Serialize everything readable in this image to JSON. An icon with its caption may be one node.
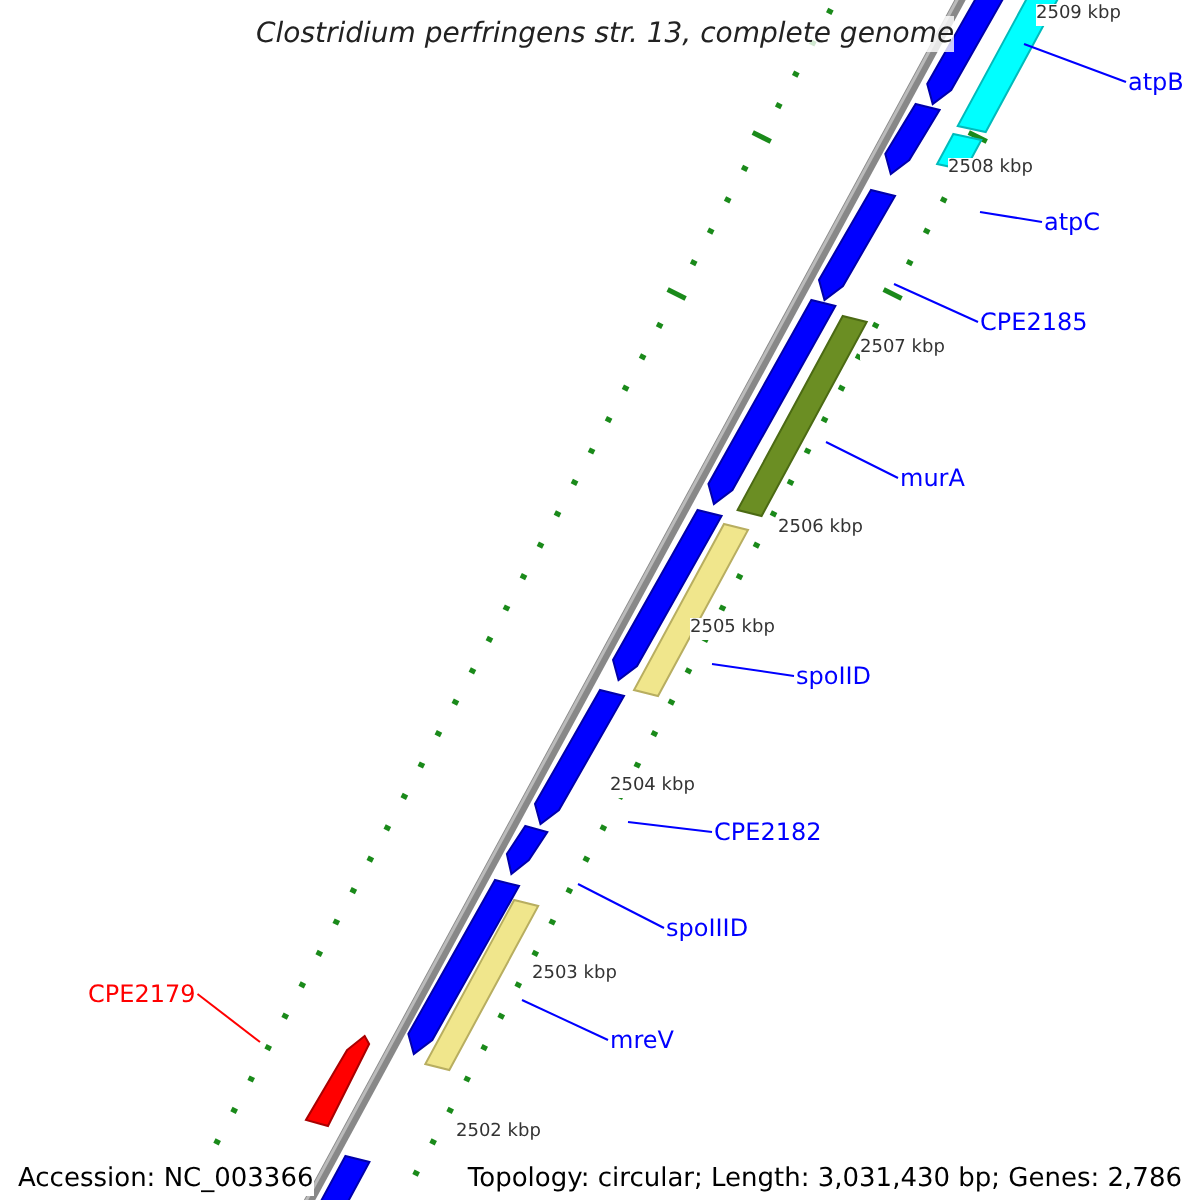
{
  "diagram": {
    "title": "Clostridium perfringens str. 13, complete genome",
    "nodes": [
      {
        "text": [
          "atpB"
        ]
      },
      {
        "text": [
          "atpC"
        ]
      },
      {
        "text": [
          "CPE2185"
        ]
      },
      {
        "text": [
          "murA"
        ]
      },
      {
        "text": [
          "spoIID"
        ]
      },
      {
        "text": [
          "CPE2182"
        ]
      },
      {
        "text": [
          "spoIIID"
        ]
      },
      {
        "text": [
          "mreV"
        ]
      },
      {
        "text": [
          "CPE2179"
        ]
      }
    ],
    "edges": [
      {
        "from": 0,
        "to": null,
        "arrow": "none"
      },
      {
        "from": 1,
        "to": null,
        "arrow": "none"
      },
      {
        "from": 2,
        "to": null,
        "arrow": "none"
      },
      {
        "from": 3,
        "to": null,
        "arrow": "none"
      },
      {
        "from": 4,
        "to": null,
        "arrow": "none"
      },
      {
        "from": 5,
        "to": null,
        "arrow": "none"
      },
      {
        "from": 6,
        "to": null,
        "arrow": "none"
      },
      {
        "from": 7,
        "to": null,
        "arrow": "none"
      },
      {
        "from": 8,
        "to": null,
        "arrow": "none",
        "color": "#ff0000"
      }
    ],
    "labels": [
      "2509 kbp",
      "2508 kbp",
      "2507 kbp",
      "2506 kbp",
      "2505 kbp",
      "2504 kbp",
      "2503 kbp",
      "2502 kbp",
      "Accession: NC_003366",
      "Topology: circular; Length: 3,031,430 bp; Genes: 2,786"
    ]
  }
}
